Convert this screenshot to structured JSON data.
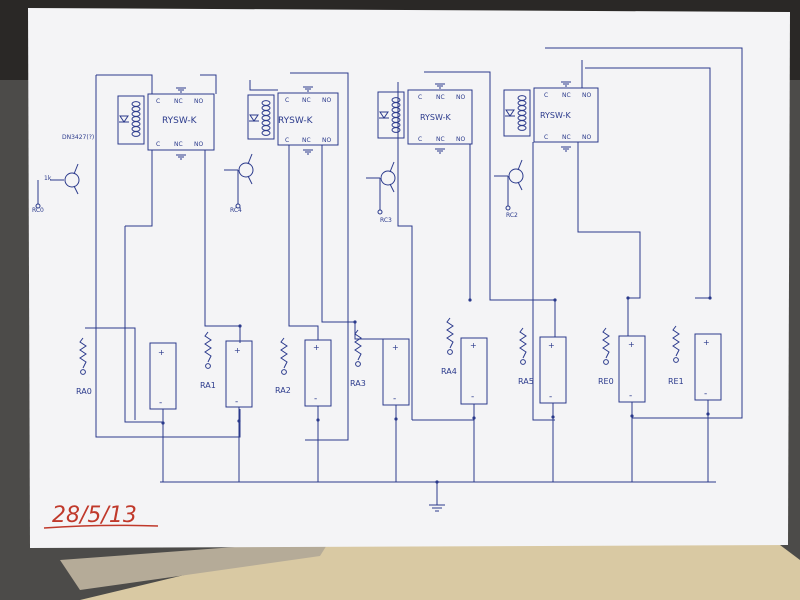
{
  "colors": {
    "ink": "#2b3a8c",
    "red_ink": "#c0392b",
    "paper": "#f4f4f6",
    "table": "#2a2826",
    "ruler": "#d9c9a3"
  },
  "relays": [
    {
      "name": "RYSW-K",
      "pins_top": [
        "C",
        "NC",
        "NO"
      ],
      "pins_bottom": [
        "C",
        "NC",
        "NO"
      ],
      "driver": "RC0"
    },
    {
      "name": "RYSW-K",
      "pins_top": [
        "C",
        "NC",
        "NO"
      ],
      "pins_bottom": [
        "C",
        "NC",
        "NO"
      ],
      "driver": "RC4"
    },
    {
      "name": "RYSW-K",
      "pins_top": [
        "C",
        "NC",
        "NO"
      ],
      "pins_bottom": [
        "C",
        "NC",
        "NO"
      ],
      "driver": "RC3"
    },
    {
      "name": "RYSW-K",
      "pins_top": [
        "C",
        "NC",
        "NO"
      ],
      "pins_bottom": [
        "C",
        "NC",
        "NO"
      ],
      "driver": "RC2"
    }
  ],
  "transistor_label": "DN3427(?)",
  "base_resistor": "1k",
  "sensor_labels": [
    "RA0",
    "RA1",
    "RA2",
    "RA3",
    "RA4",
    "RA5",
    "RE0",
    "RE1"
  ],
  "battery_plus": "+",
  "battery_minus": "-",
  "date": "28/5/13"
}
